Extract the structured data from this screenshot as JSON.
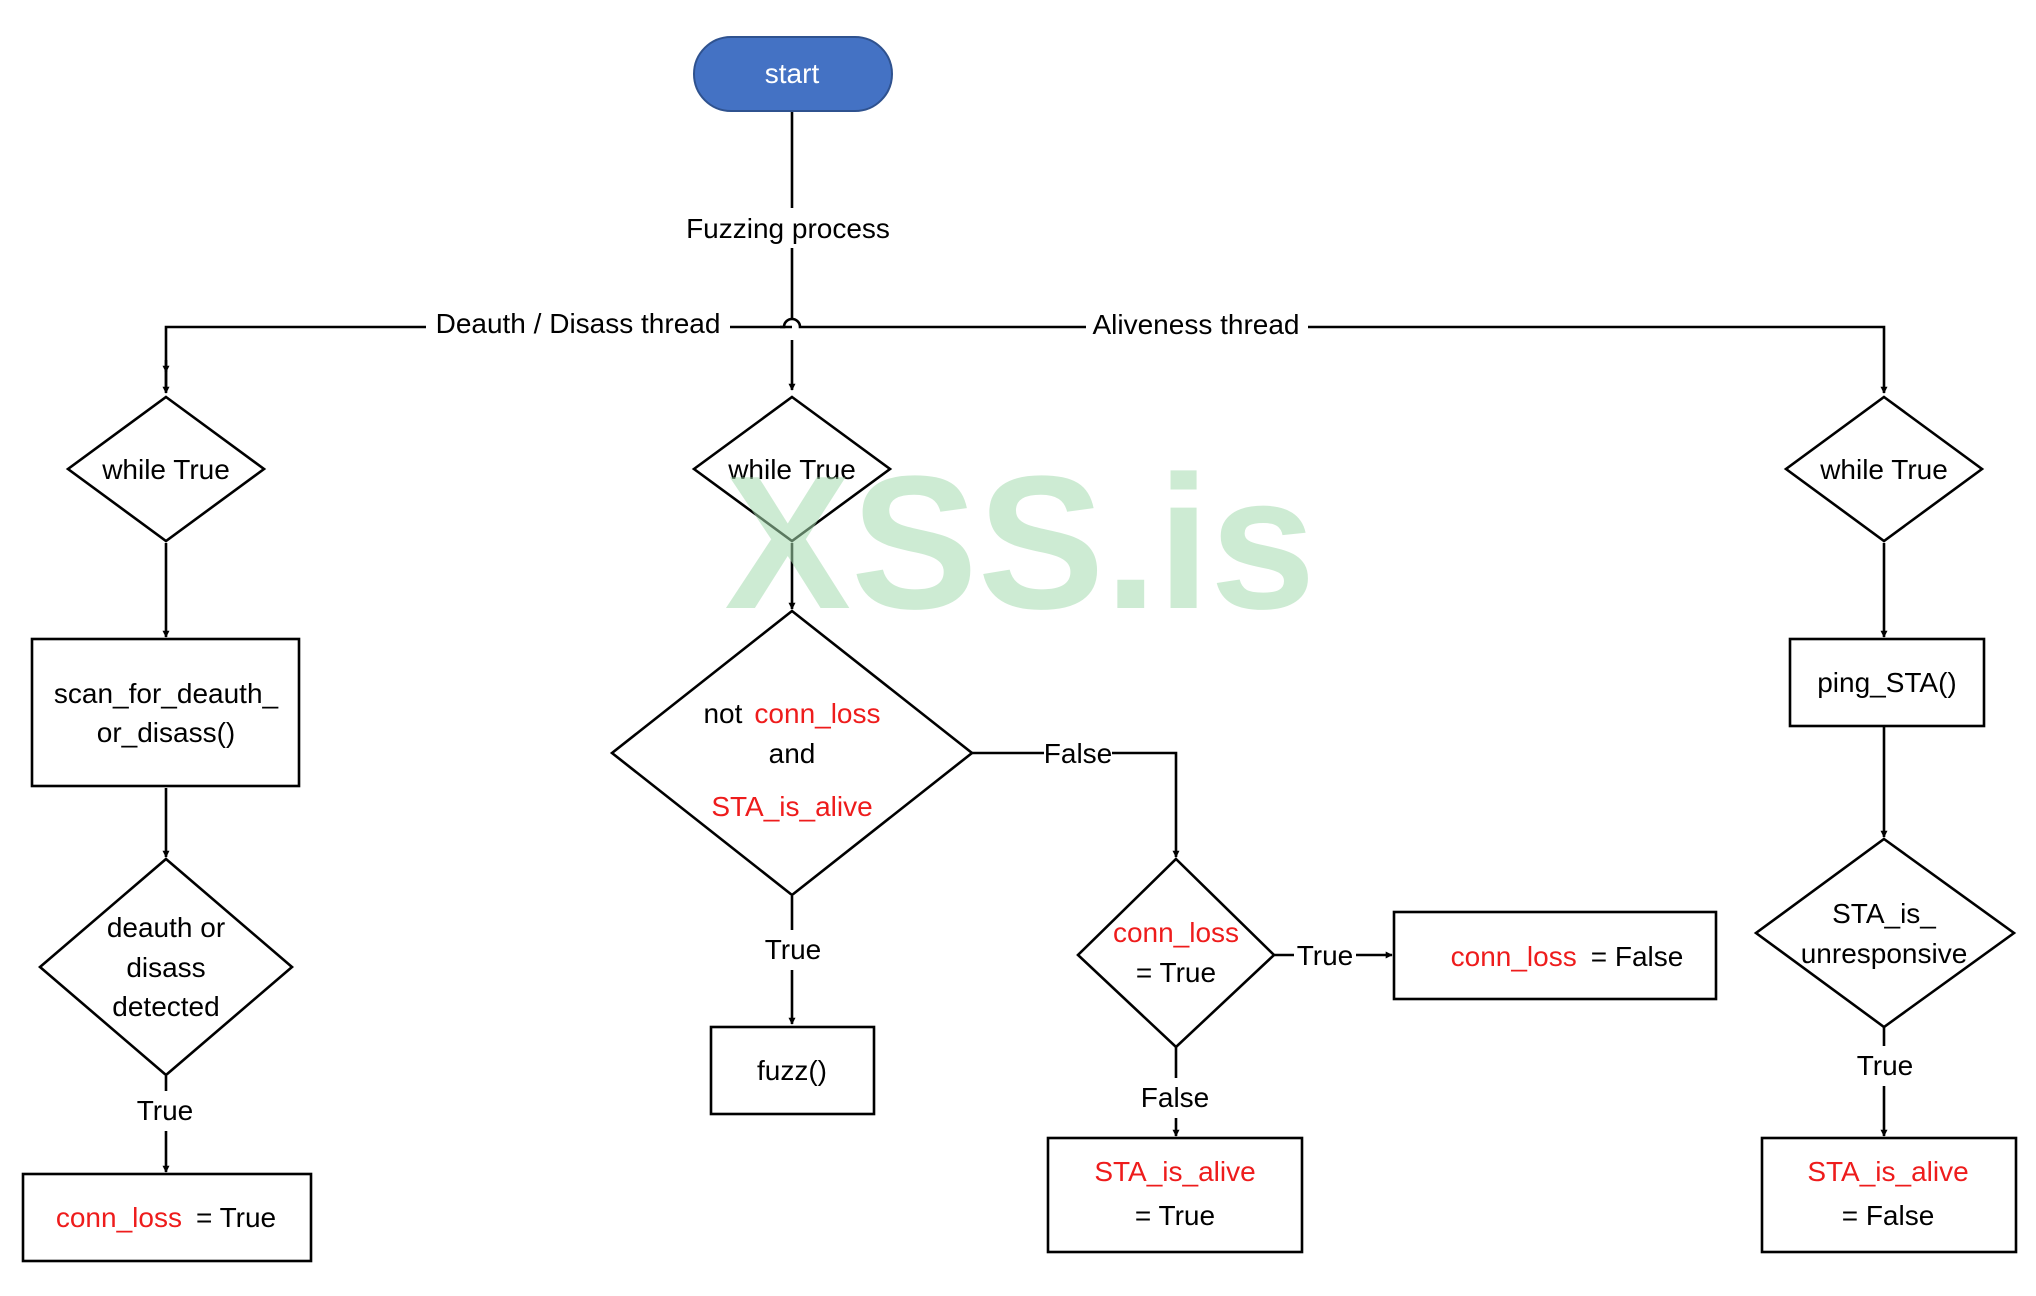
{
  "start": "start",
  "watermark": "XSS.is",
  "edges": {
    "fuzzing_process": "Fuzzing process",
    "deauth_thread": "Deauth / Disass thread",
    "aliveness_thread": "Aliveness thread",
    "cond_false": "False",
    "cond_true": "True",
    "conn_true": "True",
    "conn_false": "False",
    "deauth_true": "True",
    "unresponsive_true": "True"
  },
  "left": {
    "while": "while True",
    "scan_line1": "scan_for_deauth_",
    "scan_line2": "or_disass()",
    "detect_line1": "deauth or",
    "detect_line2": "disass",
    "detect_line3": "detected",
    "result_var": "conn_loss",
    "result_val": "= True"
  },
  "center": {
    "while": "while True",
    "cond_not": "not",
    "cond_var1": "conn_loss",
    "cond_and": "and",
    "cond_var2": "STA_is_alive",
    "fuzz": "fuzz()",
    "conn_var": "conn_loss",
    "conn_val": "= True",
    "reset_var": "conn_loss",
    "reset_val": "= False",
    "alive_var": "STA_is_alive",
    "alive_val": "= True"
  },
  "right": {
    "while": "while True",
    "ping": "ping_STA()",
    "unresp_line1": "STA_is_",
    "unresp_line2": "unresponsive",
    "result_var": "STA_is_alive",
    "result_val": "= False"
  },
  "colors": {
    "start_fill": "#4472c4",
    "variable": "#ee1c1c",
    "watermark": "#a6dcb0"
  }
}
